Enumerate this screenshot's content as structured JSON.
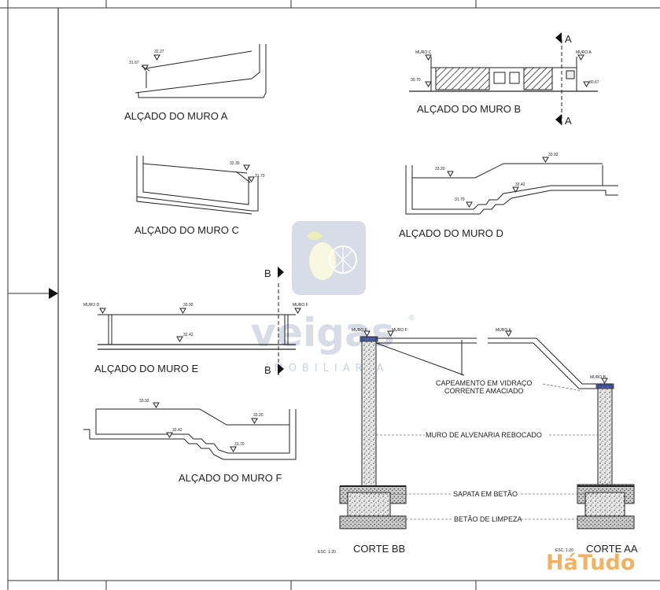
{
  "elevations": {
    "a": {
      "title": "ALÇADO DO MURO A",
      "lv1": "32.27",
      "lv2": "31.67"
    },
    "b": {
      "title": "ALÇADO DO MURO B",
      "muro_c": "MURO C",
      "muro_a": "MURO A",
      "lv_left": "30.70",
      "lv_right": "30.67",
      "section": "A"
    },
    "c": {
      "title": "ALÇADO DO MURO C",
      "lv1": "32.30",
      "lv2": "31.70"
    },
    "d": {
      "title": "ALÇADO DO MURO D",
      "lv1": "33.20",
      "lv2": "33.92",
      "lv3": "32.42",
      "lv4": "31.70"
    },
    "e": {
      "title": "ALÇADO DO MURO E",
      "muro_d": "MURO D",
      "muro_f": "MURO F",
      "lv1": "33.92",
      "lv2": "32.42",
      "section": "B"
    },
    "f": {
      "title": "ALÇADO DO MURO F",
      "lv1": "33.92",
      "lv2": "33.20",
      "lv3": "32.42",
      "lv4": "31.70"
    }
  },
  "section": {
    "muro_e": "MURO E",
    "muro_f": "MURO F",
    "muro_a": "MURO A",
    "muro_b": "MURO B",
    "notes": [
      "CAPEAMENTO EM VIDRAÇO",
      "CORRENTE AMACIADO",
      "MURO DE ALVENARIA REBOCADO",
      "SAPATA EM BETÃO",
      "BETÃO DE LIMPEZA"
    ],
    "scale": "ESC. 1:20",
    "corte_bb": "CORTE BB",
    "corte_aa": "CORTE AA"
  },
  "watermark": {
    "brand": "veigas",
    "sub": "IMOBILIÁRIA",
    "registered": "®",
    "corner": "HáTudo"
  },
  "colors": {
    "wm_blue": "#b7c1d4",
    "wm_orange": "#f0a54a"
  }
}
